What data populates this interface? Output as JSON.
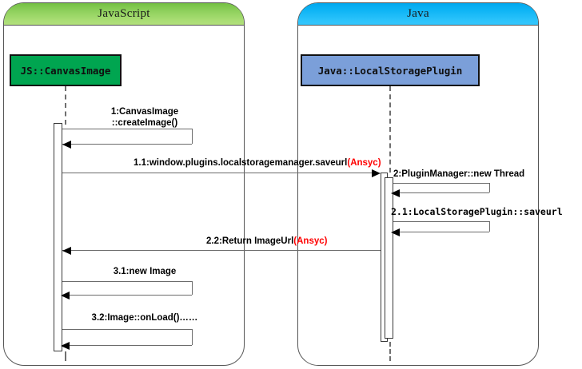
{
  "diagram": {
    "type": "uml-sequence-diagram",
    "panels": [
      {
        "id": "js",
        "title": "JavaScript",
        "header_color": "#8ed05c"
      },
      {
        "id": "java",
        "title": "Java",
        "header_color": "#10b5f5"
      }
    ],
    "participants": [
      {
        "id": "js-canvasimage",
        "label": "JS::CanvasImage",
        "box_color": "#00a550"
      },
      {
        "id": "java-localstorage",
        "label": "Java::LocalStoragePlugin",
        "box_color": "#7b9fd9"
      }
    ],
    "accent_color": "#ff0000",
    "messages": [
      {
        "id": "m1",
        "number": "1",
        "text_line1": "1:CanvasImage",
        "text_line2": "::createImage()",
        "accent": "",
        "kind": "self-call",
        "from": "js-canvasimage",
        "to": "js-canvasimage"
      },
      {
        "id": "m1_1",
        "number": "1.1",
        "text_line1": "1.1:window.plugins.localstoragemanager.saveurl",
        "text_line2": "",
        "accent": "(Ansyc)",
        "kind": "call",
        "from": "js-canvasimage",
        "to": "java-localstorage"
      },
      {
        "id": "m2",
        "number": "2",
        "text_line1": "2:PluginManager::new Thread",
        "text_line2": "",
        "accent": "",
        "kind": "self-call",
        "from": "java-localstorage",
        "to": "java-localstorage"
      },
      {
        "id": "m2_1",
        "number": "2.1",
        "text_line1": "2.1:LocalStoragePlugin::saveurl",
        "text_line2": "",
        "accent": "",
        "kind": "self-call",
        "from": "java-localstorage",
        "to": "java-localstorage"
      },
      {
        "id": "m2_2",
        "number": "2.2",
        "text_line1": "2.2:Return ImageUrl",
        "text_line2": "",
        "accent": "(Ansyc)",
        "kind": "return",
        "from": "java-localstorage",
        "to": "js-canvasimage"
      },
      {
        "id": "m3_1",
        "number": "3.1",
        "text_line1": "3.1:new Image",
        "text_line2": "",
        "accent": "",
        "kind": "self-call",
        "from": "js-canvasimage",
        "to": "js-canvasimage"
      },
      {
        "id": "m3_2",
        "number": "3.2",
        "text_line1": "3.2:Image::onLoad()……",
        "text_line2": "",
        "accent": "",
        "kind": "self-call",
        "from": "js-canvasimage",
        "to": "js-canvasimage"
      }
    ]
  }
}
